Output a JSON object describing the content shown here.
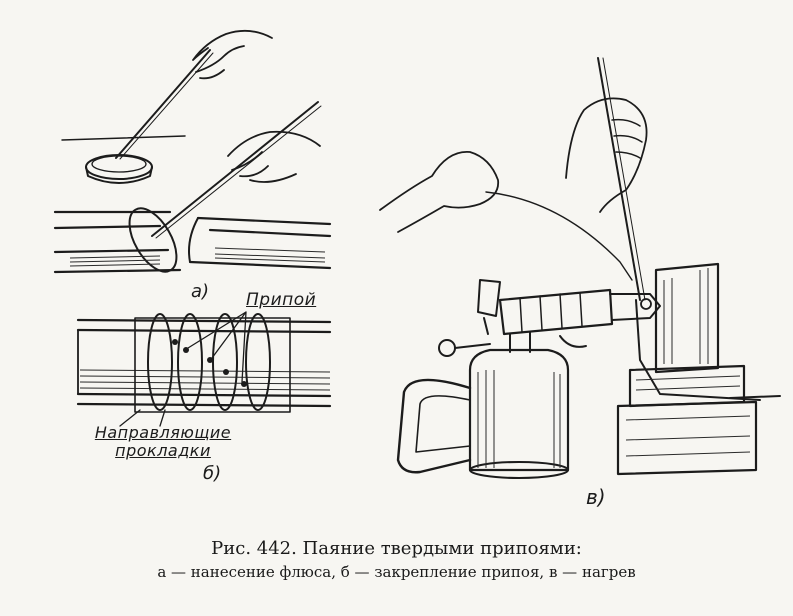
{
  "labels": {
    "part_a": "а)",
    "part_b": "б)",
    "part_v": "в)",
    "solder": "Припой",
    "guides_line1": "Направляющие",
    "guides_line2": "прокладки"
  },
  "caption": {
    "title": "Рис. 442. Паяние твердыми припоями:",
    "description": "а — нанесение флюса, б — закрепление припоя, в — нагрев"
  }
}
